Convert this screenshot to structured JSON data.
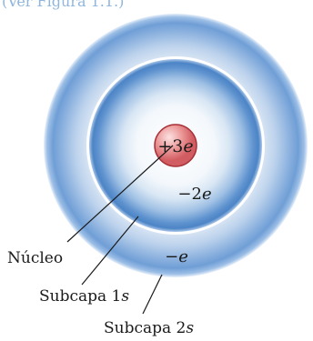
{
  "caption_fragment": "(Ver Figura 1.1.)",
  "labels": {
    "nucleus": "Núcleo",
    "subshell_1s": "Subcapa 1",
    "subshell_1s_italic": "s",
    "subshell_2s": "Subcapa 2",
    "subshell_2s_italic": "s"
  },
  "charges": {
    "nucleus_prefix": "+3",
    "nucleus_e": "e",
    "shell_1s_prefix": "−2",
    "shell_1s_e": "e",
    "shell_2s_prefix": "−",
    "shell_2s_e": "e"
  },
  "colors": {
    "outer_shell": "#4f86c6",
    "inner_shell": "#3f7bc2",
    "nucleus_fill": "#d9666a",
    "nucleus_edge": "#9e2b34",
    "background_glow": "#dfeaf6"
  }
}
